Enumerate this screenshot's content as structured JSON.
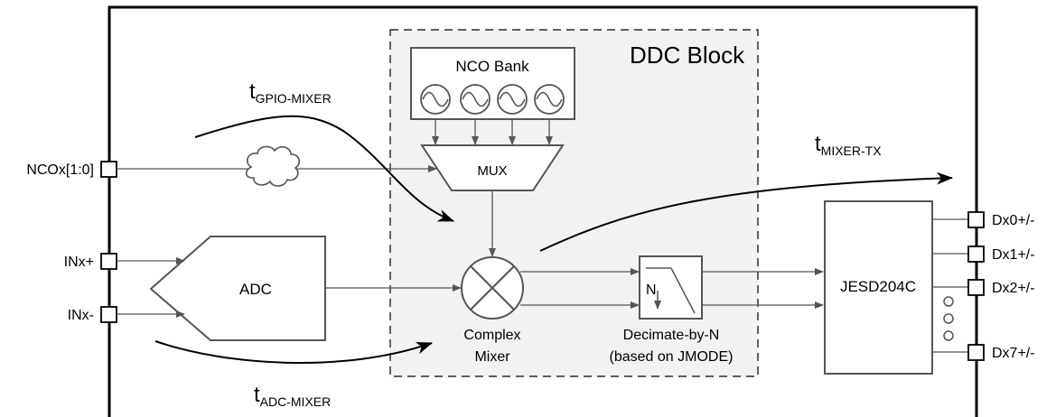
{
  "labels": {
    "ddc_block": "DDC Block",
    "nco_bank": "NCO Bank",
    "mux": "MUX",
    "adc": "ADC",
    "complex_mixer_line1": "Complex",
    "complex_mixer_line2": "Mixer",
    "decimate_line1": "Decimate-by-N",
    "decimate_line2": "(based on JMODE)",
    "decimate_symbol": "N",
    "jesd": "JESD204C"
  },
  "pins": {
    "ncox": "NCOx[1:0]",
    "inx_plus": "INx+",
    "inx_minus": "INx-",
    "dx0": "Dx0+/-",
    "dx1": "Dx1+/-",
    "dx2": "Dx2+/-",
    "dx7": "Dx7+/-"
  },
  "timing": {
    "t": "t",
    "gpio_mixer_sub": "GPIO-MIXER",
    "mixer_tx_sub": "MIXER-TX",
    "adc_mixer_sub": "ADC-MIXER"
  }
}
